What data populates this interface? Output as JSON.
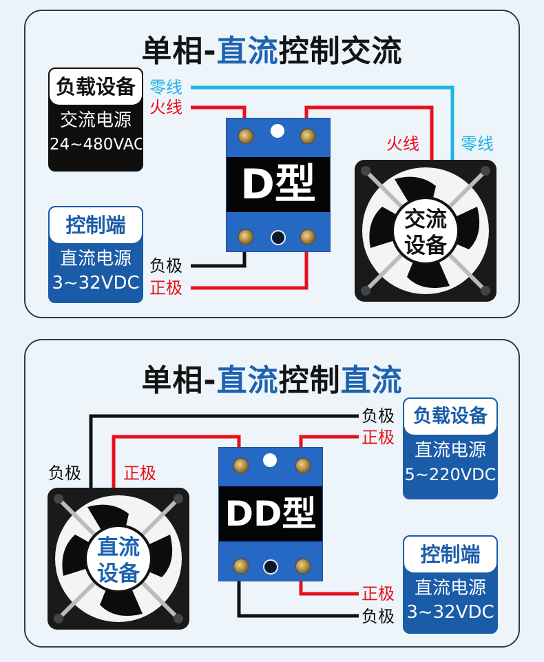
{
  "panel1": {
    "title_prefix": "单相-",
    "title_blue": "直流",
    "title_mid": "控制",
    "title_suffix": "交流",
    "load_box": {
      "head": "负载设备",
      "line1": "交流电源",
      "line2": "24~480VAC"
    },
    "control_box": {
      "head": "控制端",
      "line1": "直流电源",
      "line2": "3~32VDC"
    },
    "relay_label": "D型",
    "fan_label_1": "交流",
    "fan_label_2": "设备",
    "wire_labels": {
      "neutral_left": "零线",
      "live_left": "火线",
      "live_right": "火线",
      "neutral_right": "零线",
      "negative": "负极",
      "positive": "正极"
    }
  },
  "panel2": {
    "title_prefix": "单相-",
    "title_blue1": "直流",
    "title_mid": "控制",
    "title_blue2": "直流",
    "load_box": {
      "head": "负载设备",
      "line1": "直流电源",
      "line2": "5~220VDC"
    },
    "control_box": {
      "head": "控制端",
      "line1": "直流电源",
      "line2": "3~32VDC"
    },
    "relay_label": "DD型",
    "fan_label_1": "直流",
    "fan_label_2": "设备",
    "wire_labels": {
      "load_negative": "负极",
      "load_positive": "正极",
      "fan_negative": "负极",
      "fan_positive": "正极",
      "ctrl_positive": "正极",
      "ctrl_negative": "负极"
    }
  },
  "colors": {
    "live": "#e8101c",
    "neutral": "#1eb4e6",
    "negative": "#111111",
    "relay": "#2569c5",
    "accent": "#1e63b0"
  }
}
